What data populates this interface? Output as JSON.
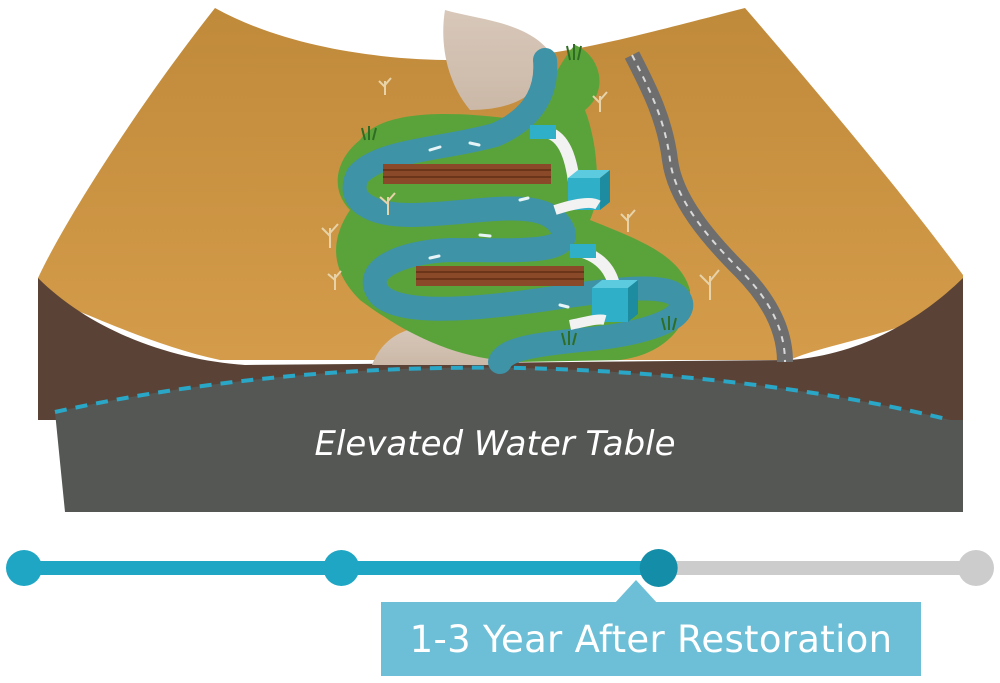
{
  "diagram": {
    "water_table_label": "Elevated Water Table",
    "colors": {
      "sand": "#c8913f",
      "soil": "#5a4336",
      "bedrock": "#545754",
      "water": "#3f93a6",
      "vegetation": "#5aa33a",
      "gravel": "#d2c2b4",
      "road": "#6e6e6e",
      "water_table_line": "#2aa6c6",
      "structure": "#2fb0c8",
      "log_dam": "#8a4a2a"
    },
    "icons": [
      "log-dam-icon",
      "pipe-culvert-icon",
      "cube-structure-icon",
      "dead-tree-icon",
      "grass-clump-icon",
      "road-icon"
    ]
  },
  "timeline": {
    "stage_count": 4,
    "current_stage_index": 2,
    "progress_fraction": 0.66,
    "active_color": "#1fa6c4",
    "inactive_color": "#cccccc",
    "caption": "1-3 Year After Restoration"
  }
}
